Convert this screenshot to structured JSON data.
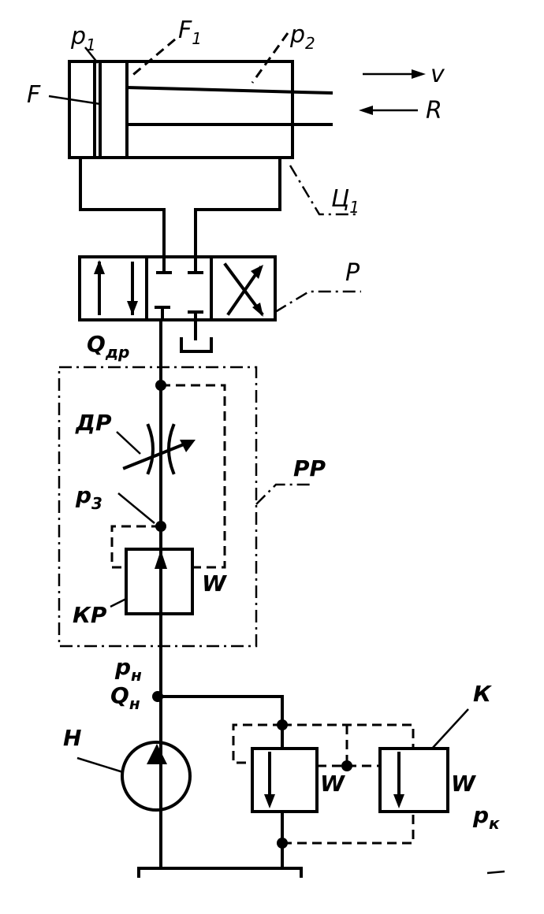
{
  "diagram": {
    "labels": {
      "p1": "p",
      "p1_sub": "1",
      "F1": "F",
      "F1_sub": "1",
      "p2": "p",
      "p2_sub": "2",
      "F": "F",
      "v": "v",
      "R": "R",
      "C1": "Ц",
      "C1_sub": "1",
      "P": "P",
      "Q_dr": "Q",
      "Q_dr_sub": "др",
      "DR": "ДР",
      "PP": "PP",
      "p3": "p",
      "p3_sub": "3",
      "KP": "КР",
      "spring1": "W",
      "p_n": "p",
      "p_n_sub": "н",
      "Q_n": "Q",
      "Q_n_sub": "н",
      "H": "Н",
      "K": "К",
      "spring2": "W",
      "spring3": "W",
      "p_k": "p",
      "p_k_sub": "к"
    }
  }
}
